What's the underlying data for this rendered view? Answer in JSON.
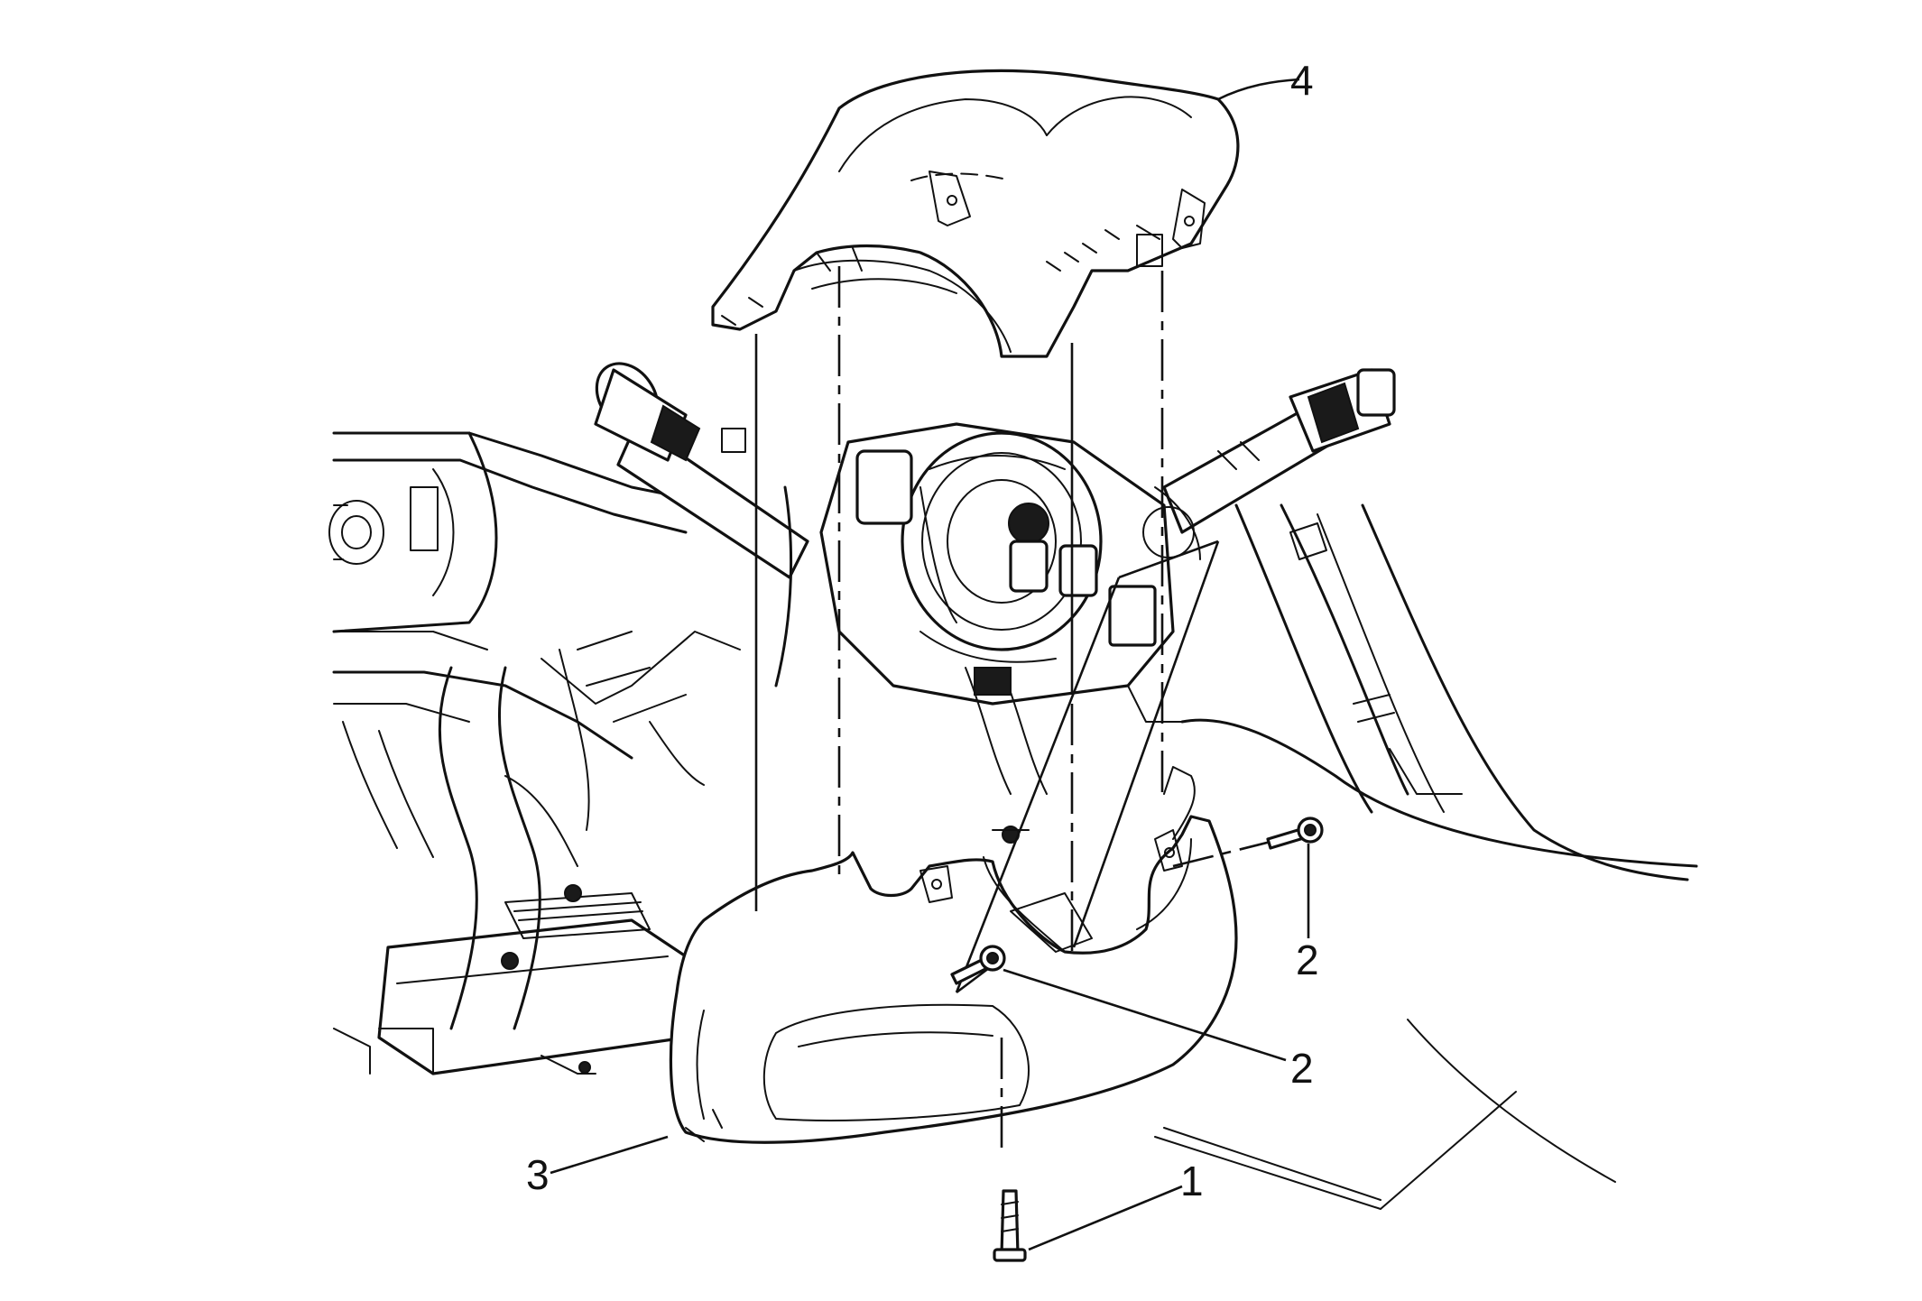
{
  "callouts": [
    {
      "id": "1",
      "label": "1"
    },
    {
      "id": "2a",
      "label": "2"
    },
    {
      "id": "2b",
      "label": "2"
    },
    {
      "id": "3",
      "label": "3"
    },
    {
      "id": "4",
      "label": "4"
    }
  ],
  "colors": {
    "line": "#111111",
    "background": "#ffffff"
  }
}
